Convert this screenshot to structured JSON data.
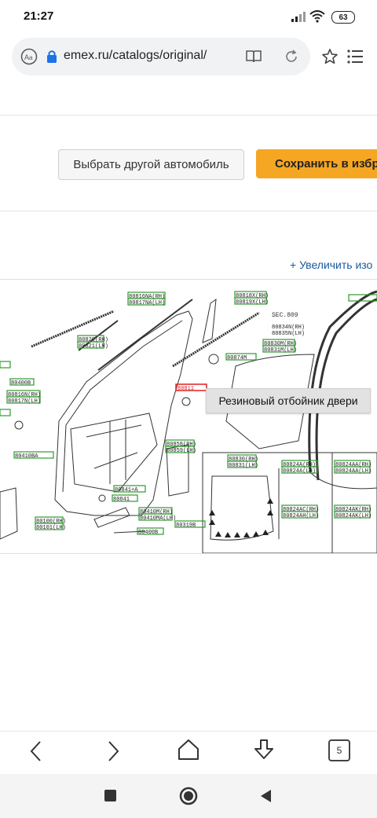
{
  "status_bar": {
    "time": "21:27",
    "battery": "63"
  },
  "browser": {
    "url": "emex.ru/catalogs/original/",
    "tab_count": "5"
  },
  "actions": {
    "choose_other_car": "Выбрать другой автомобиль",
    "save": "Сохранить в избра"
  },
  "zoom_link": "+ Увеличить изо",
  "diagram": {
    "tooltip": "Резиновый отбойник двери",
    "highlighted_part": "80811",
    "section_ref": "SEC.809",
    "part_labels": [
      "80816NA(RH)",
      "80817NA(LH)",
      "80820(RH)",
      "80821(LH)",
      "80818X(RH)",
      "80819X(LH)",
      "80834N(RH)",
      "80835N(LH)",
      "80830M(RH)",
      "80831M(LH)",
      "80874M",
      "80816N(RH)",
      "80817N(LH)",
      "80410BA",
      "80400B",
      "80858(RH)",
      "80859(LH)",
      "80841+A",
      "80841",
      "80410M(RH)",
      "80410MA(LH)",
      "80319B",
      "80100(RH)",
      "80101(LH)",
      "80400B",
      "80830(RH)",
      "80831(LH)",
      "80824A(RH)",
      "80824A(LH)",
      "80824AA(RH)",
      "80824AA(LH)",
      "80824AC(RH)",
      "80824AH(LH)",
      "80824AK(RH)",
      "80824AK(LH)"
    ]
  },
  "colors": {
    "accent_orange": "#f5a623",
    "label_green": "#2e9a2e",
    "highlight_red": "#e02020",
    "link_blue": "#1a5aa0"
  }
}
